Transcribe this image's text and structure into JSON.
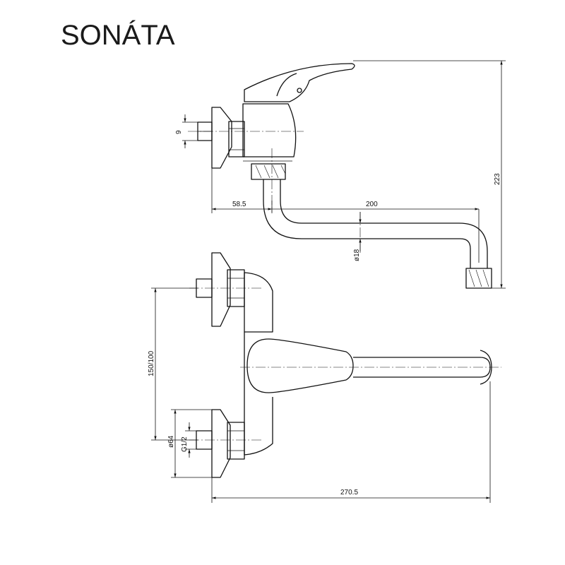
{
  "title": "SONÁTA",
  "dimensions": {
    "pipe_offset": "9",
    "wall_offset": "58.5",
    "spout_length": "200",
    "height": "223",
    "spout_diameter": "ø18",
    "inlet_spacing": "150/100",
    "flange_diameter": "ø64",
    "thread": "G1/2",
    "total_length": "270.5"
  }
}
